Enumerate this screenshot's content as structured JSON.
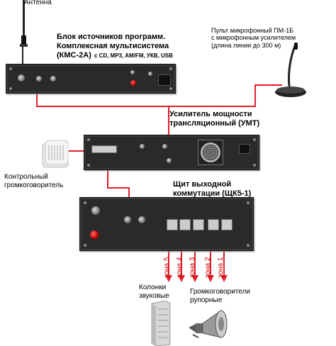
{
  "labels": {
    "antenna": "Антенна",
    "source_block_title": "Блок источников программ.\nКомплексная мультисистема",
    "source_block_model": "(КМС-2А)",
    "source_block_formats": "с CD, MP3, AM/FM, УКВ, USB",
    "mic_console": "Пульт микрофонный ПМ-1Б\nс микрофонным усилителем\n(длина линии до 300 м)",
    "amplifier": "Усилитель мощности\nтрансляционный (УМТ)",
    "control_speaker": "Контрольный\nгромкоговоритель",
    "switch_panel": "Щит выходной\nкоммутации (ЩК5-1)",
    "column_speakers": "Колонки\nзвуковые",
    "horn_speakers": "Громкоговорители\nрупорные"
  },
  "zones": [
    "зона 5",
    "зона 4",
    "зона 3",
    "зона 2",
    "зона 1"
  ],
  "colors": {
    "wire": "#e0202a",
    "zone_text": "#cc0000",
    "panel": "#2a2a2a"
  }
}
